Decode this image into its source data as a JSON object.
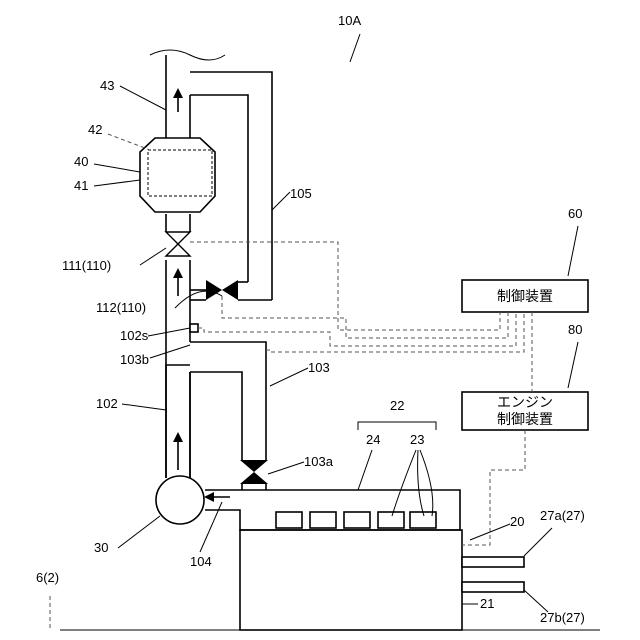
{
  "labels": {
    "system": "10A",
    "exhaust_pipe_top": "43",
    "dpf_inner": "42",
    "dpf": "40",
    "dpf_outer": "41",
    "bypass_pipe": "105",
    "valve_111": "111(110)",
    "valve_112": "112(110)",
    "sensor": "102s",
    "branch_point": "103b",
    "egr_pipe": "103",
    "exhaust_pipe": "102",
    "egr_valve": "103a",
    "intake": "22",
    "intake_pipe": "24",
    "ports": "23",
    "turbo": "30",
    "pipe_104": "104",
    "engine": "20",
    "engine_block": "21",
    "out_a": "27a(27)",
    "out_b": "27b(27)",
    "controller_ref": "60",
    "engine_ctrl_ref": "80",
    "vehicle": "6(2)"
  },
  "controller": {
    "label": "制御装置"
  },
  "engine_controller": {
    "line1": "エンジン",
    "line2": "制御装置"
  }
}
